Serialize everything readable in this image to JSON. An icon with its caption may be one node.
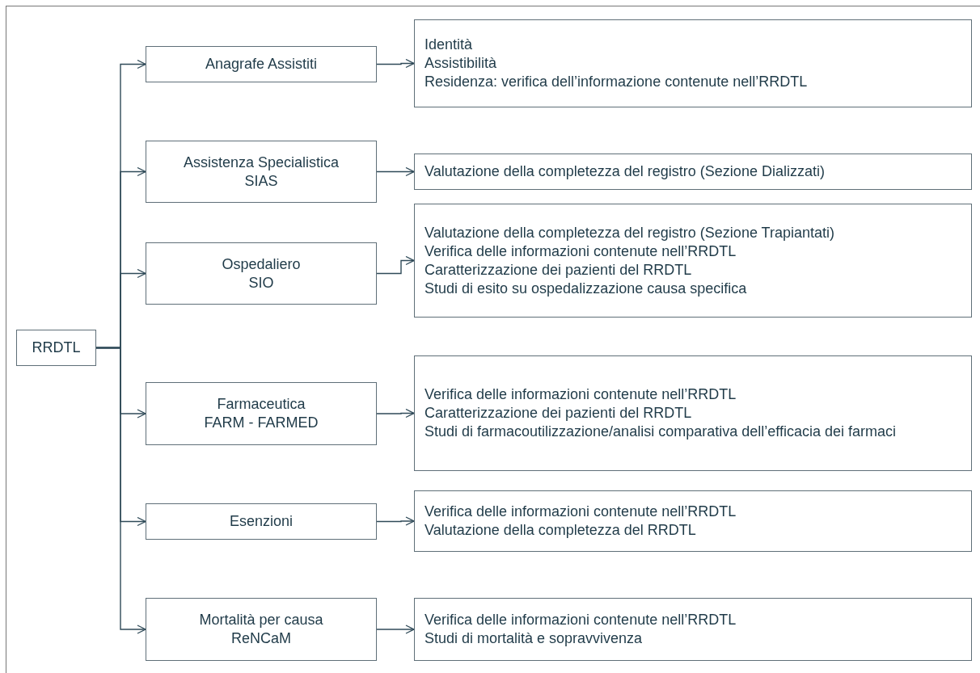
{
  "diagram": {
    "nodes": [
      {
        "text": [
          "RRDTL"
        ]
      },
      {
        "text": [
          "Anagrafe Assistiti"
        ]
      },
      {
        "text": [
          "Assistenza Specialistica",
          "SIAS"
        ]
      },
      {
        "text": [
          "Ospedaliero",
          "SIO"
        ]
      },
      {
        "text": [
          "Farmaceutica",
          "FARM - FARMED"
        ]
      },
      {
        "text": [
          "Esenzioni"
        ]
      },
      {
        "text": [
          "Mortalità per causa",
          "ReNCaM"
        ]
      },
      {
        "text": [
          "Identità",
          "Assistibilità",
          "Residenza: verifica dell’informazione contenute nell’RRDTL"
        ]
      },
      {
        "text": [
          "Valutazione della completezza del registro (Sezione Dializzati)"
        ]
      },
      {
        "text": [
          "Valutazione della completezza del registro (Sezione Trapiantati)",
          "Verifica delle informazioni contenute nell’RRDTL",
          "Caratterizzazione dei pazienti del RRDTL",
          "Studi di esito su ospedalizzazione causa specifica"
        ]
      },
      {
        "text": [
          "Verifica delle informazioni contenute nell’RRDTL",
          "Caratterizzazione dei pazienti del RRDTL",
          "Studi di farmacoutilizzazione/analisi comparativa dell’efficacia dei farmaci"
        ]
      },
      {
        "text": [
          "Verifica delle informazioni contenute nell’RRDTL",
          "Valutazione della completezza del RRDTL"
        ]
      },
      {
        "text": [
          "Verifica delle informazioni contenute nell’RRDTL",
          "Studi di mortalità e sopravvivenza"
        ]
      }
    ],
    "edges": [
      {
        "from": 0,
        "to": 1,
        "arrow": "to"
      },
      {
        "from": 0,
        "to": 2,
        "arrow": "to"
      },
      {
        "from": 0,
        "to": 3,
        "arrow": "to"
      },
      {
        "from": 0,
        "to": 4,
        "arrow": "to"
      },
      {
        "from": 0,
        "to": 5,
        "arrow": "to"
      },
      {
        "from": 0,
        "to": 6,
        "arrow": "to"
      },
      {
        "from": 1,
        "to": 7,
        "arrow": "to"
      },
      {
        "from": 2,
        "to": 8,
        "arrow": "to"
      },
      {
        "from": 3,
        "to": 9,
        "arrow": "to"
      },
      {
        "from": 4,
        "to": 10,
        "arrow": "to"
      },
      {
        "from": 5,
        "to": 11,
        "arrow": "to"
      },
      {
        "from": 6,
        "to": 12,
        "arrow": "to"
      }
    ]
  }
}
